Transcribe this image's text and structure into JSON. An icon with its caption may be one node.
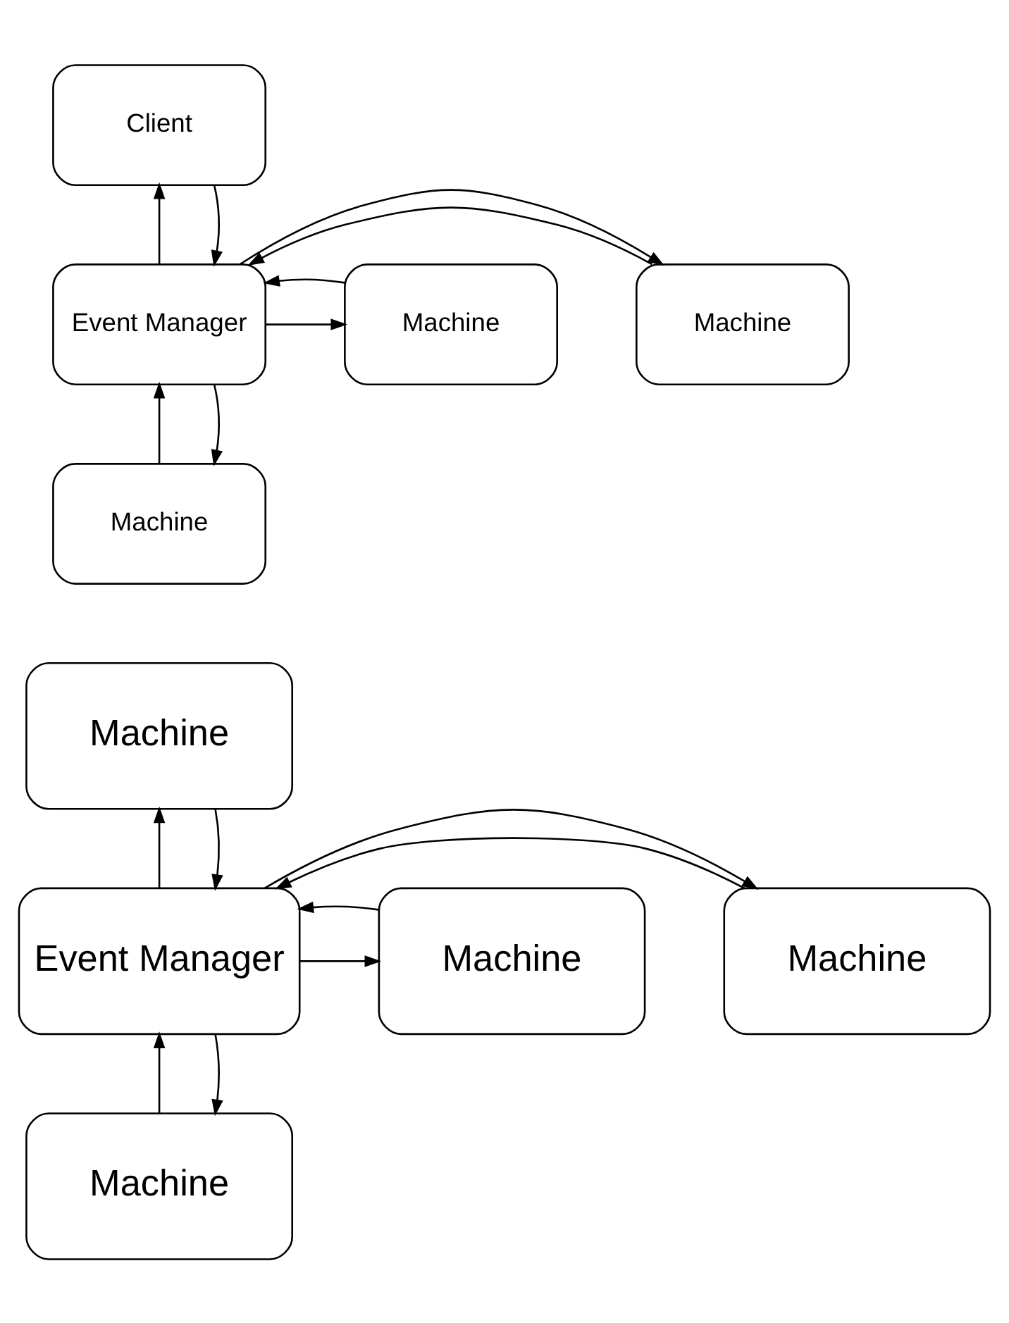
{
  "diagram": {
    "nodes": [
      {
        "text": [
          "Client"
        ]
      },
      {
        "text": [
          "Machine"
        ]
      },
      {
        "text": [
          "Event Manager"
        ]
      },
      {
        "text": [
          "Machine"
        ]
      },
      {
        "text": [
          "Machine"
        ]
      },
      {
        "text": [
          "Machine"
        ]
      },
      {
        "text": [
          "Machine"
        ]
      },
      {
        "text": [
          "Event Manager"
        ]
      },
      {
        "text": [
          "Machine"
        ]
      },
      {
        "text": [
          "Machine"
        ]
      }
    ],
    "edges": [
      {
        "from": 2,
        "to": 0,
        "arrow": "to"
      },
      {
        "from": 0,
        "to": 2,
        "arrow": "to"
      },
      {
        "from": 1,
        "to": 2,
        "arrow": "to"
      },
      {
        "from": 2,
        "to": 1,
        "arrow": "to"
      },
      {
        "from": 2,
        "to": 3,
        "arrow": "to"
      },
      {
        "from": 3,
        "to": 2,
        "arrow": "to"
      },
      {
        "from": 4,
        "to": 2,
        "arrow": "to"
      },
      {
        "from": 2,
        "to": 4,
        "arrow": "to"
      },
      {
        "from": 7,
        "to": 5,
        "arrow": "to"
      },
      {
        "from": 5,
        "to": 7,
        "arrow": "to"
      },
      {
        "from": 6,
        "to": 7,
        "arrow": "to"
      },
      {
        "from": 7,
        "to": 6,
        "arrow": "to"
      },
      {
        "from": 7,
        "to": 8,
        "arrow": "to"
      },
      {
        "from": 8,
        "to": 7,
        "arrow": "to"
      },
      {
        "from": 9,
        "to": 7,
        "arrow": "to"
      },
      {
        "from": 7,
        "to": 9,
        "arrow": "to"
      }
    ]
  }
}
